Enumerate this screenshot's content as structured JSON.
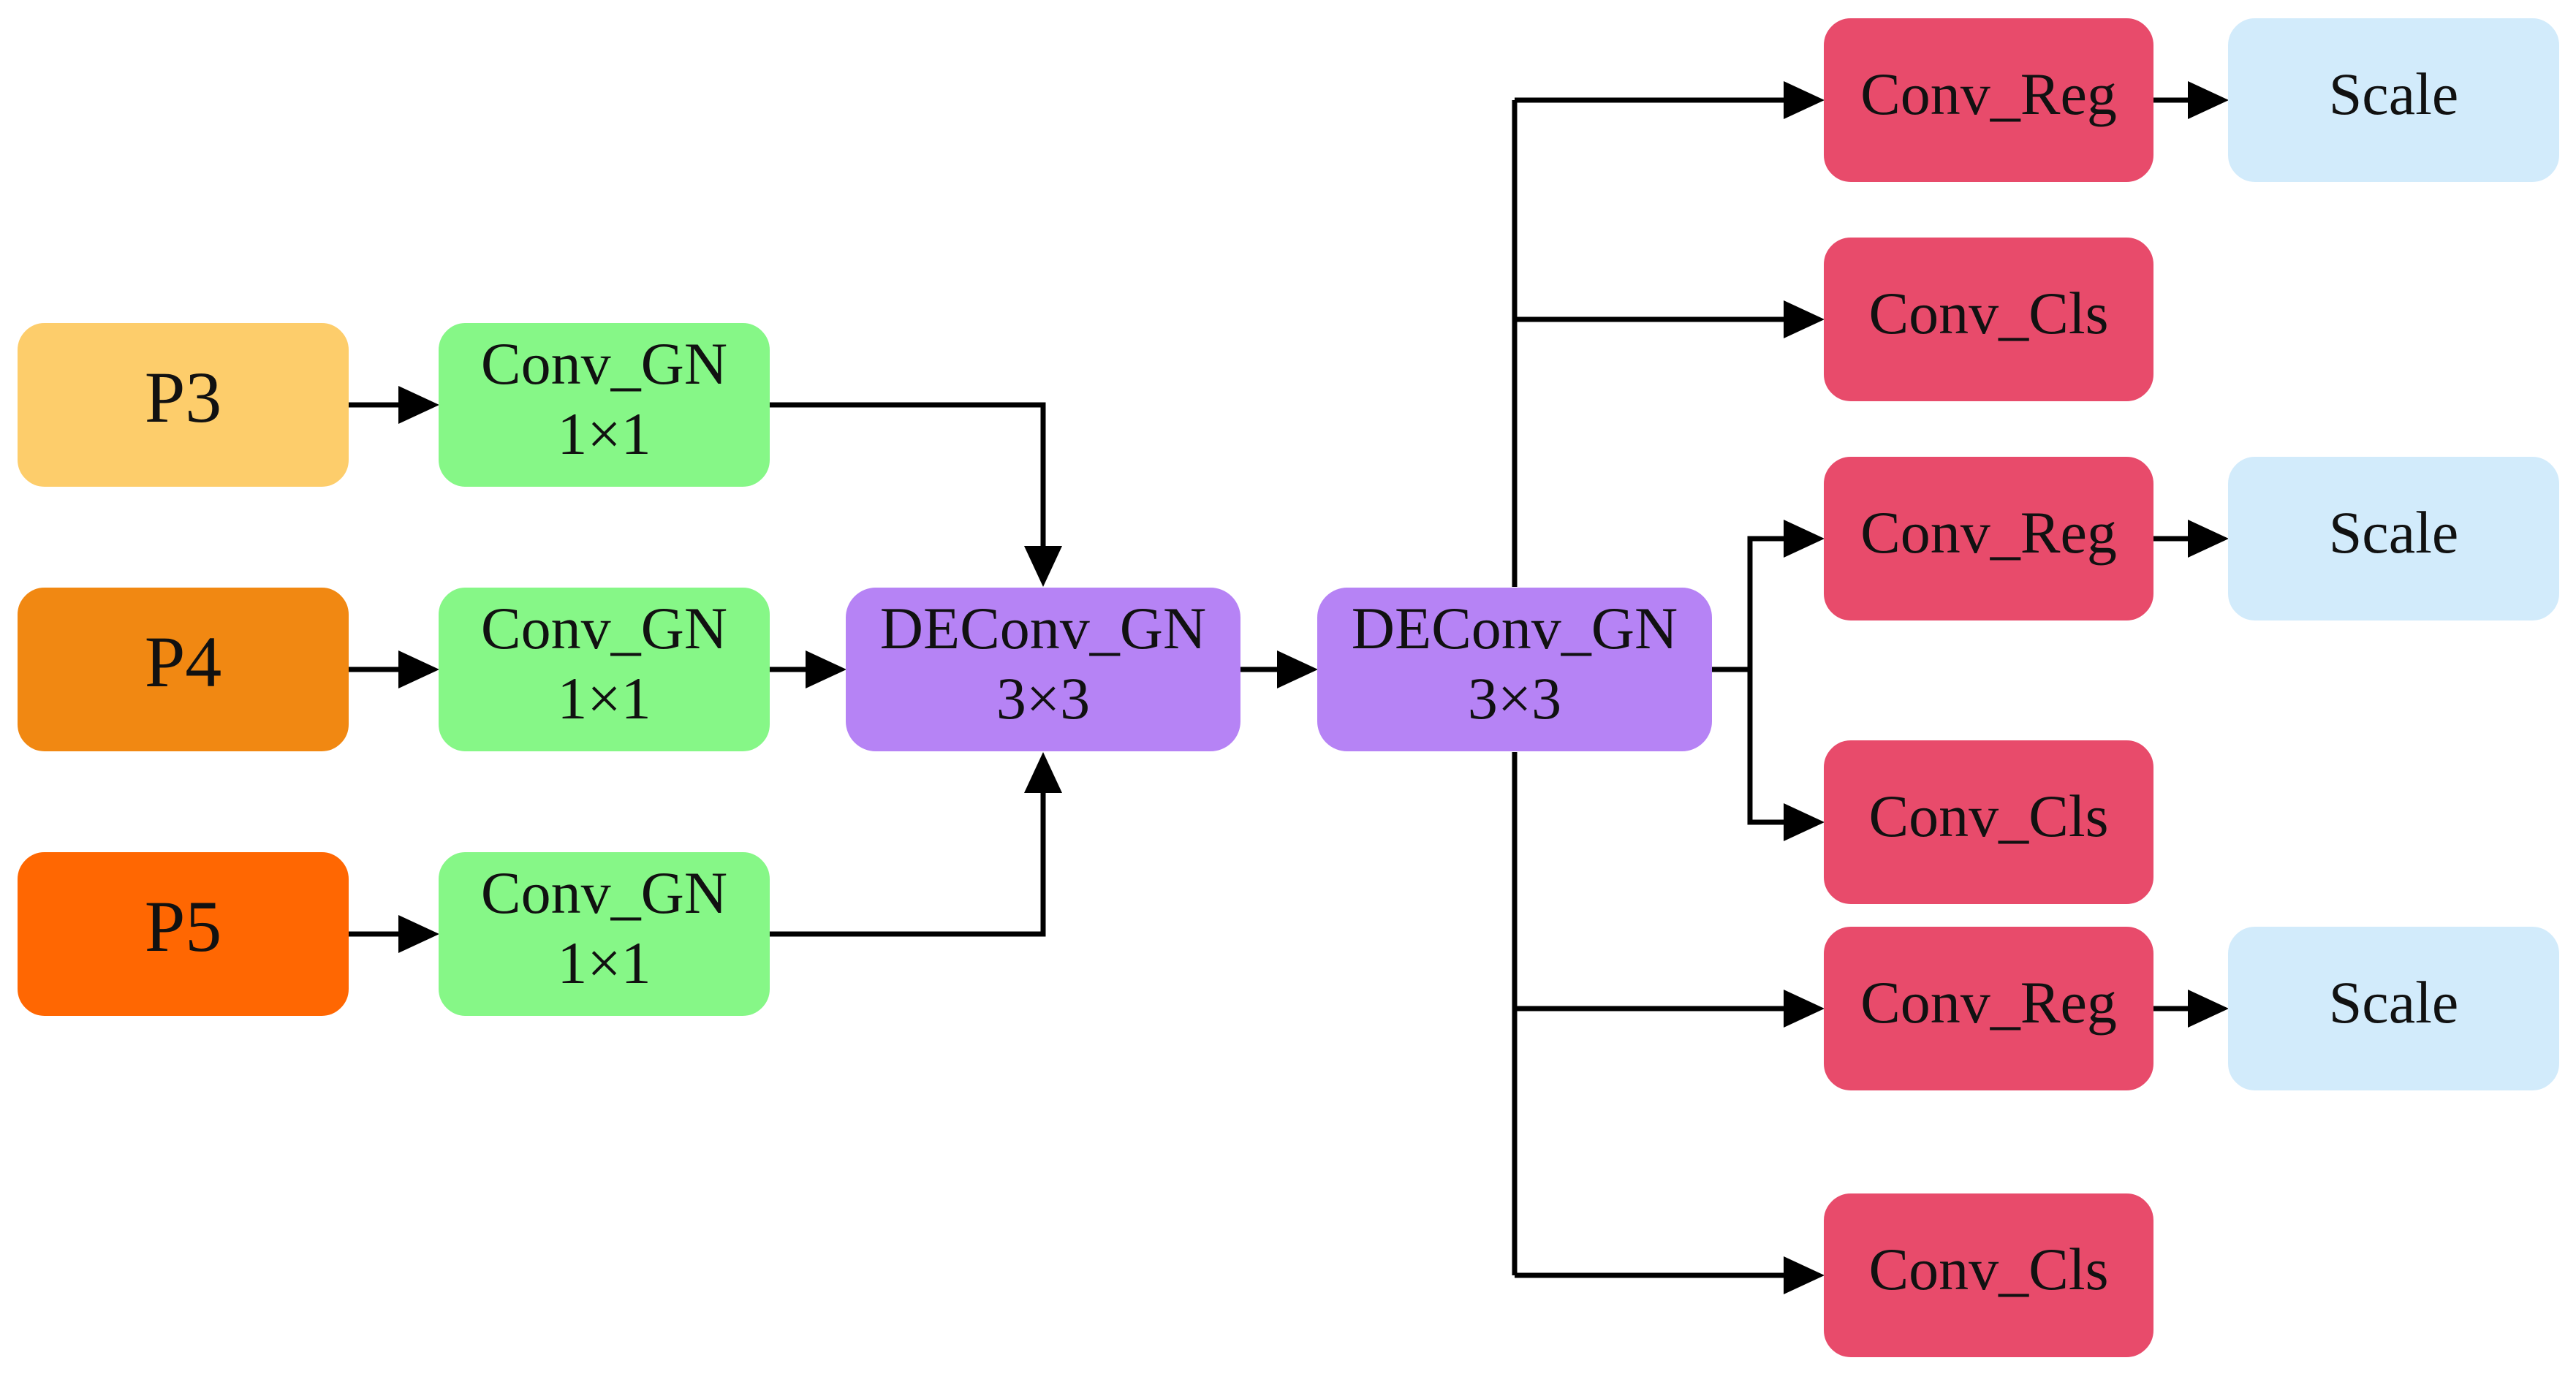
{
  "colors": {
    "p3": "#fdcd6b",
    "p4": "#f18812",
    "p5": "#ff6702",
    "conv_gn": "#86f787",
    "deconv": "#b683f5",
    "head": "#e84b6b",
    "scale": "#d2ebfb",
    "line": "#000000"
  },
  "nodes": {
    "p3": {
      "lines": [
        "P3"
      ]
    },
    "p4": {
      "lines": [
        "P4"
      ]
    },
    "p5": {
      "lines": [
        "P5"
      ]
    },
    "conv_gn_1": {
      "lines": [
        "Conv_GN",
        "1×1"
      ]
    },
    "conv_gn_2": {
      "lines": [
        "Conv_GN",
        "1×1"
      ]
    },
    "conv_gn_3": {
      "lines": [
        "Conv_GN",
        "1×1"
      ]
    },
    "deconv_1": {
      "lines": [
        "DEConv_GN",
        "3×3"
      ]
    },
    "deconv_2": {
      "lines": [
        "DEConv_GN",
        "3×3"
      ]
    },
    "conv_reg_1": {
      "lines": [
        "Conv_Reg"
      ]
    },
    "conv_cls_1": {
      "lines": [
        "Conv_Cls"
      ]
    },
    "conv_reg_2": {
      "lines": [
        "Conv_Reg"
      ]
    },
    "conv_cls_2": {
      "lines": [
        "Conv_Cls"
      ]
    },
    "conv_reg_3": {
      "lines": [
        "Conv_Reg"
      ]
    },
    "conv_cls_3": {
      "lines": [
        "Conv_Cls"
      ]
    },
    "scale_1": {
      "lines": [
        "Scale"
      ]
    },
    "scale_2": {
      "lines": [
        "Scale"
      ]
    },
    "scale_3": {
      "lines": [
        "Scale"
      ]
    }
  },
  "edges": [
    {
      "from": "p3",
      "to": "conv_gn_1"
    },
    {
      "from": "p4",
      "to": "conv_gn_2"
    },
    {
      "from": "p5",
      "to": "conv_gn_3"
    },
    {
      "from": "conv_gn_1",
      "to": "deconv_1"
    },
    {
      "from": "conv_gn_2",
      "to": "deconv_1"
    },
    {
      "from": "conv_gn_3",
      "to": "deconv_1"
    },
    {
      "from": "deconv_1",
      "to": "deconv_2"
    },
    {
      "from": "deconv_2",
      "to": "conv_reg_1"
    },
    {
      "from": "deconv_2",
      "to": "conv_cls_1"
    },
    {
      "from": "deconv_2",
      "to": "conv_reg_2"
    },
    {
      "from": "deconv_2",
      "to": "conv_cls_2"
    },
    {
      "from": "deconv_2",
      "to": "conv_reg_3"
    },
    {
      "from": "deconv_2",
      "to": "conv_cls_3"
    },
    {
      "from": "conv_reg_1",
      "to": "scale_1"
    },
    {
      "from": "conv_reg_2",
      "to": "scale_2"
    },
    {
      "from": "conv_reg_3",
      "to": "scale_3"
    }
  ]
}
